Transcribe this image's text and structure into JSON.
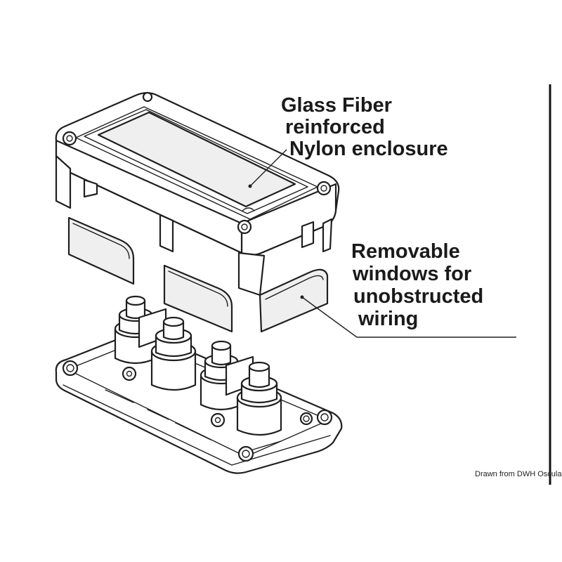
{
  "callouts": {
    "enclosure_lines": [
      "Glass Fiber",
      "reinforced",
      "Nylon enclosure"
    ],
    "windows_lines": [
      "Removable",
      "windows for",
      "unobstructed",
      "wiring"
    ]
  },
  "credit": "Drawn from DWH Osculati Srl",
  "colors": {
    "line": "#1f1f1f",
    "background": "#ffffff",
    "text": "#1a1a1a"
  }
}
